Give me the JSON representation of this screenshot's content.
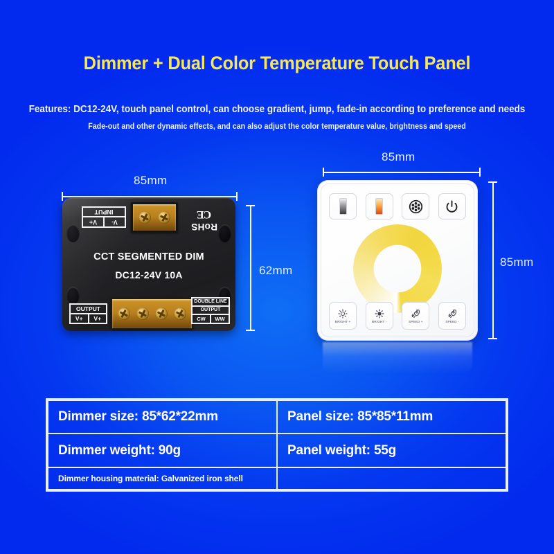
{
  "header": {
    "title": "Dimmer + Dual Color Temperature Touch Panel",
    "feature_line_1": "Features: DC12-24V, touch panel control, can choose gradient, jump, fade-in according to preference and needs",
    "feature_line_2": "Fade-out and other dynamic effects, and can also adjust the color temperature value, brightness and speed"
  },
  "colors": {
    "background_deep": "#022aee",
    "background_light": "#0f6ef5",
    "title_yellow": "#f5e759",
    "text_white": "#ffffff",
    "ring_yellow": "#f2d63f",
    "brass": "#b87f1d",
    "dimmer_body": "#232326"
  },
  "dimensions": {
    "dimmer_width_label": "85mm",
    "dimmer_height_label": "62mm",
    "panel_width_label": "85mm",
    "panel_height_label": "85mm"
  },
  "dimmer": {
    "input_label": "INPUT",
    "input_terminals": [
      "V-",
      "V+"
    ],
    "certification": "RoHS",
    "ce_mark": "CE",
    "model_name": "CCT SEGMENTED DIM",
    "model_spec": "DC12-24V  10A",
    "output_label": "OUTPUT",
    "output_terminals": [
      "V+",
      "V+"
    ],
    "double_line_label_1": "DOUBLE LINE",
    "double_line_label_2": "OUTPUT",
    "double_line_terminals": [
      "CW",
      "WW"
    ],
    "top_terminal_screws": 2,
    "bottom_terminal_screws": 4
  },
  "panel": {
    "top_buttons": [
      {
        "icon": "brightness-gradient-bar-icon",
        "name": "brightness-mode"
      },
      {
        "icon": "color-temperature-gradient-bar-icon",
        "name": "color-temperature-mode"
      },
      {
        "icon": "mode-flower-icon",
        "name": "dynamic-mode"
      },
      {
        "icon": "power-icon",
        "name": "power"
      }
    ],
    "bottom_buttons": [
      {
        "label": "BRIGHT +",
        "icon": "sun-outline-icon",
        "name": "brightness-up"
      },
      {
        "label": "BRIGHT -",
        "icon": "sun-filled-icon",
        "name": "brightness-down"
      },
      {
        "label": "SPEED +",
        "icon": "rocket-icon",
        "name": "speed-up"
      },
      {
        "label": "SPEED -",
        "icon": "rocket-icon",
        "name": "speed-down"
      }
    ]
  },
  "spec_table": {
    "rows": [
      {
        "left": "Dimmer size: 85*62*22mm",
        "right": "Panel size: 85*85*11mm",
        "size": "large"
      },
      {
        "left": "Dimmer weight: 90g",
        "right": "Panel weight: 55g",
        "size": "large"
      },
      {
        "left": "Dimmer housing material: Galvanized iron shell",
        "right": "",
        "size": "small"
      }
    ]
  }
}
